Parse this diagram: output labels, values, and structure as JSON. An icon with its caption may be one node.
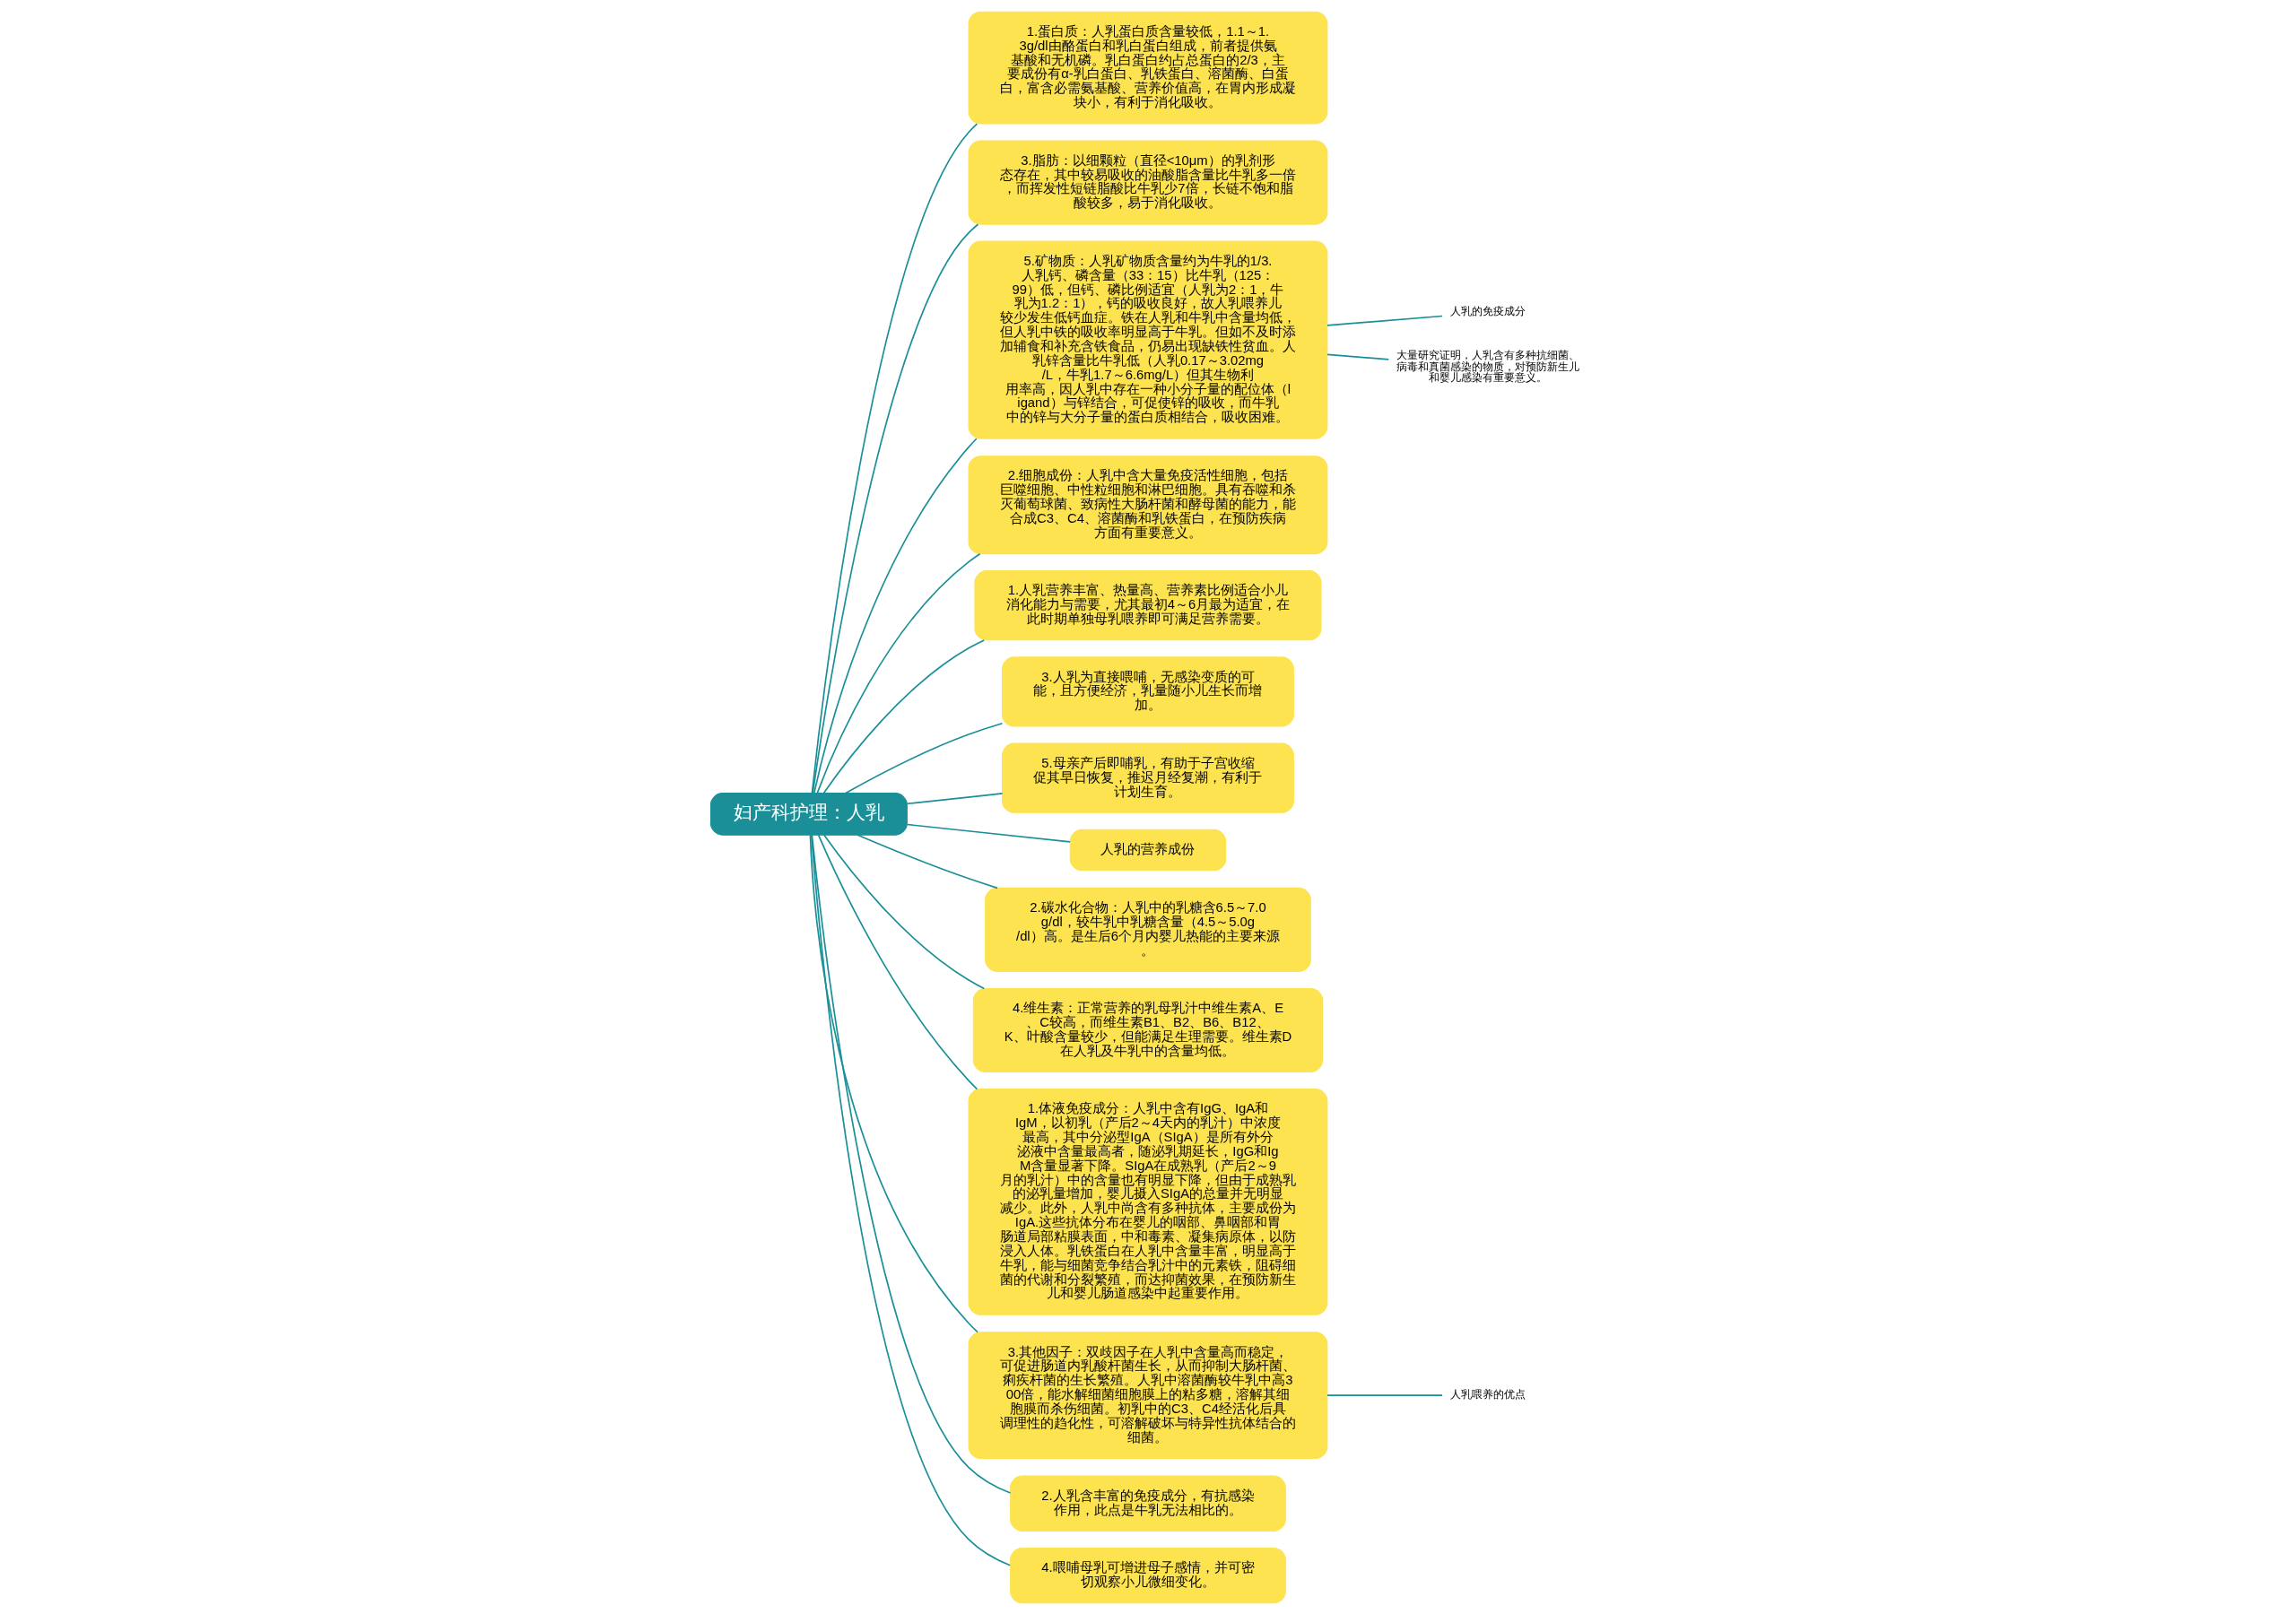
{
  "diagram": {
    "nodes": [
      {
        "text": [
          "妇产科护理：人乳"
        ]
      },
      {
        "text": [
          "1.蛋白质：人乳蛋白质含量较低，1.1～1.3g/dl由酪蛋白和乳白蛋白组成，前者提供氨基酸和无机磷。乳白蛋白约占总蛋白的2/3，主要成份有α-乳白蛋白、乳铁蛋白、溶菌酶、白蛋白，富含必需氨基酸、营养价值高，在胃内形成凝块小，有利于消化吸收。"
        ]
      },
      {
        "text": [
          "3.脂肪：以细颗粒（直径<10μm）的乳剂形态存在，其中较易吸收的油酸脂含量比牛乳多一倍，而挥发性短链脂酸比牛乳少7倍，长链不饱和脂酸较多，易于消化吸收。"
        ]
      },
      {
        "text": [
          "5.矿物质：人乳矿物质含量约为牛乳的1/3.人乳钙、磷含量（33：15）比牛乳（125：99）低，但钙、磷比例适宜（人乳为2：1，牛乳为1.2：1），钙的吸收良好，故人乳喂养儿较少发生低钙血症。铁在人乳和牛乳中含量均低，但人乳中铁的吸收率明显高于牛乳。但如不及时添加辅食和补充含铁食品，仍易出现缺铁性贫血。人乳锌含量比牛乳低（人乳0.17～3.02mg/L，牛乳1.7～6.6mg/L）但其生物利用率高，因人乳中存在一种小分子量的配位体（ligand）与锌结合，可促使锌的吸收，而牛乳中的锌与大分子量的蛋白质相结合，吸收困难。"
        ]
      },
      {
        "text": [
          "2.细胞成份：人乳中含大量免疫活性细胞，包括巨噬细胞、中性粒细胞和淋巴细胞。具有吞噬和杀灭葡萄球菌、致病性大肠杆菌和酵母菌的能力，能合成C3、C4、溶菌酶和乳铁蛋白，在预防疾病方面有重要意义。"
        ]
      },
      {
        "text": [
          "1.人乳营养丰富、热量高、营养素比例适合小儿消化能力与需要，尤其最初4～6月最为适宜，在此时期单独母乳喂养即可满足营养需要。"
        ]
      },
      {
        "text": [
          "3.人乳为直接喂哺，无感染变质的可能，且方便经济，乳量随小儿生长而增加。"
        ]
      },
      {
        "text": [
          "5.母亲产后即哺乳，有助于子宫收缩促其早日恢复，推迟月经复潮，有利于计划生育。"
        ]
      },
      {
        "text": [
          "人乳的营养成份"
        ]
      },
      {
        "text": [
          "2.碳水化合物：人乳中的乳糖含6.5～7.0g/dl，较牛乳中乳糖含量（4.5～5.0g/dl）高。是生后6个月内婴儿热能的主要来源。"
        ]
      },
      {
        "text": [
          "4.维生素：正常营养的乳母乳汁中维生素A、E、C较高，而维生素B1、B2、B6、B12、K、叶酸含量较少，但能满足生理需要。维生素D在人乳及牛乳中的含量均低。"
        ]
      },
      {
        "text": [
          "1.体液免疫成分：人乳中含有IgG、IgA和IgM，以初乳（产后2～4天内的乳汁）中浓度最高，其中分泌型IgA（SIgA）是所有外分泌液中含量最高者，随泌乳期延长，IgG和IgM含量显著下降。SIgA在成熟乳（产后2～9月的乳汁）中的含量也有明显下降，但由于成熟乳的泌乳量增加，婴儿摄入SIgA的总量并无明显减少。此外，人乳中尚含有多种抗体，主要成份为IgA.这些抗体分布在婴儿的咽部、鼻咽部和胃肠道局部粘膜表面，中和毒素、凝集病原体，以防浸入人体。乳铁蛋白在人乳中含量丰富，明显高于牛乳，能与细菌竞争结合乳汁中的元素铁，阻碍细菌的代谢和分裂繁殖，而达抑菌效果，在预防新生儿和婴儿肠道感染中起重要作用。"
        ]
      },
      {
        "text": [
          "3.其他因子：双歧因子在人乳中含量高而稳定，可促进肠道内乳酸杆菌生长，从而抑制大肠杆菌、痢疾杆菌的生长繁殖。人乳中溶菌酶较牛乳中高300倍，能水解细菌细胞膜上的粘多糖，溶解其细胞膜而杀伤细菌。初乳中的C3、C4经活化后具调理性的趋化性，可溶解破坏与特异性抗体结合的细菌。"
        ]
      },
      {
        "text": [
          "2.人乳含丰富的免疫成分，有抗感染作用，此点是牛乳无法相比的。"
        ]
      },
      {
        "text": [
          "4.喂哺母乳可增进母子感情，并可密切观察小儿微细变化。"
        ]
      },
      {
        "text": [
          "人乳的免疫成分"
        ]
      },
      {
        "text": [
          "大量研究证明，人乳含有多种抗细菌、病毒和真菌感染的物质，对预防新生儿和婴儿感染有重要意义。"
        ]
      },
      {
        "text": [
          "人乳喂养的优点"
        ]
      }
    ],
    "edges": [
      {
        "from": 0,
        "to": 1,
        "arrow": "none"
      },
      {
        "from": 0,
        "to": 2,
        "arrow": "none"
      },
      {
        "from": 0,
        "to": 3,
        "arrow": "none"
      },
      {
        "from": 0,
        "to": 4,
        "arrow": "none"
      },
      {
        "from": 0,
        "to": 5,
        "arrow": "none"
      },
      {
        "from": 0,
        "to": 6,
        "arrow": "none"
      },
      {
        "from": 0,
        "to": 7,
        "arrow": "none"
      },
      {
        "from": 0,
        "to": 8,
        "arrow": "none"
      },
      {
        "from": 0,
        "to": 9,
        "arrow": "none"
      },
      {
        "from": 0,
        "to": 10,
        "arrow": "none"
      },
      {
        "from": 0,
        "to": 11,
        "arrow": "none"
      },
      {
        "from": 0,
        "to": 12,
        "arrow": "none"
      },
      {
        "from": 0,
        "to": 13,
        "arrow": "none"
      },
      {
        "from": 0,
        "to": 14,
        "arrow": "none"
      },
      {
        "from": 3,
        "to": 15,
        "arrow": "none"
      },
      {
        "from": 3,
        "to": 16,
        "arrow": "none"
      },
      {
        "from": 12,
        "to": 17,
        "arrow": "none"
      }
    ]
  }
}
